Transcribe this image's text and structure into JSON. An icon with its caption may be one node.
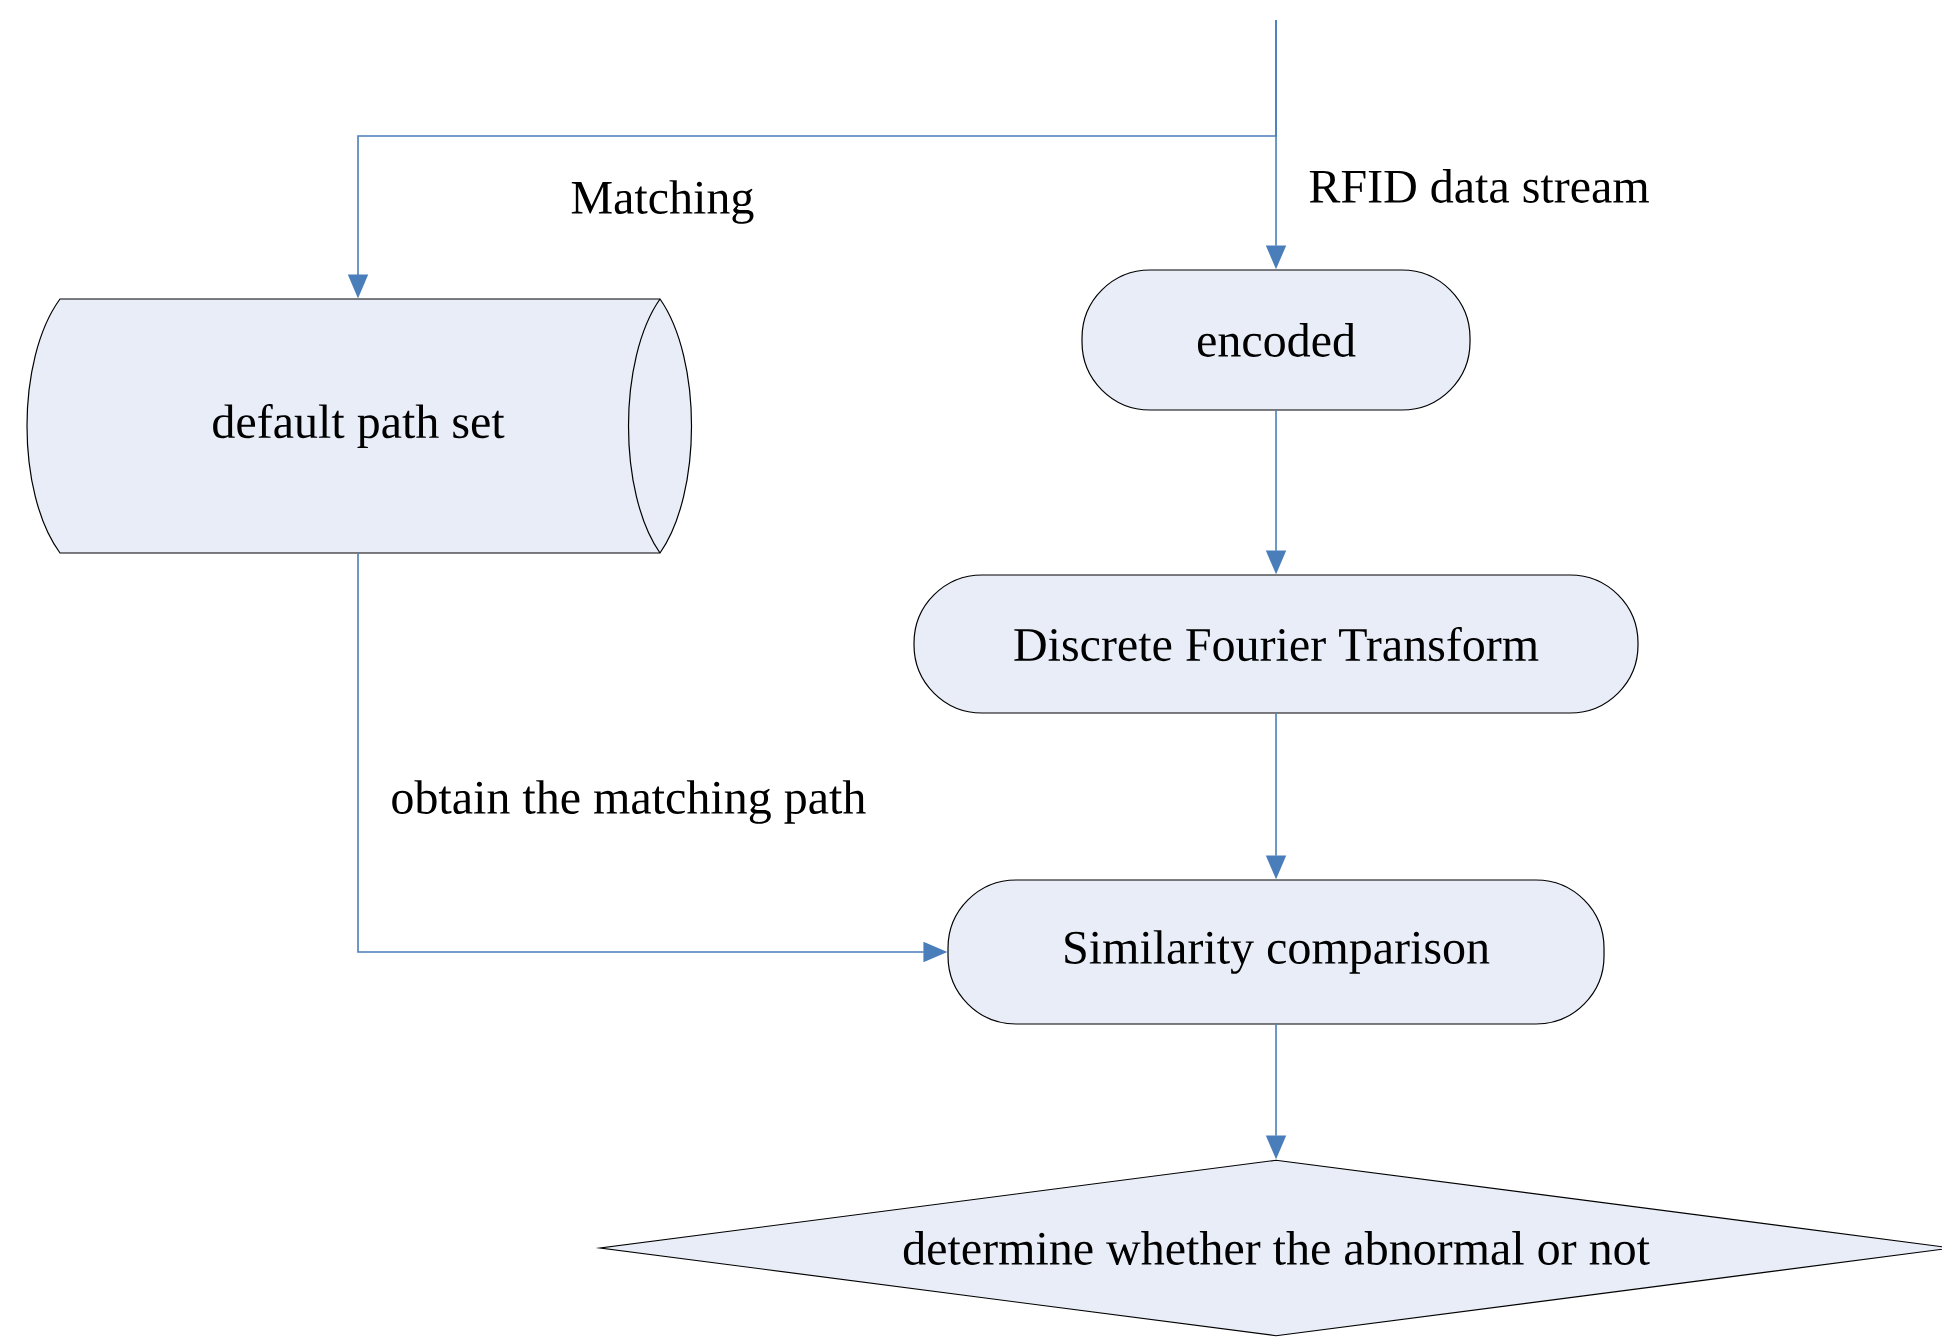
{
  "diagram": {
    "nodes": [
      {
        "text": [
          "default path set"
        ]
      },
      {
        "text": [
          "encoded"
        ]
      },
      {
        "text": [
          "Discrete Fourier Transform"
        ]
      },
      {
        "text": [
          "Similarity comparison"
        ]
      },
      {
        "text": [
          "determine whether the abnormal or not"
        ]
      }
    ],
    "edges": [
      {
        "from": null,
        "to": 1,
        "arrow": "to",
        "label": "RFID data stream"
      },
      {
        "from": null,
        "to": 0,
        "arrow": "to",
        "label": "Matching"
      },
      {
        "from": 1,
        "to": 2,
        "arrow": "to"
      },
      {
        "from": 2,
        "to": 3,
        "arrow": "to"
      },
      {
        "from": 0,
        "to": 3,
        "arrow": "to",
        "label": "obtain the matching path"
      },
      {
        "from": 3,
        "to": 4,
        "arrow": "to"
      }
    ]
  }
}
